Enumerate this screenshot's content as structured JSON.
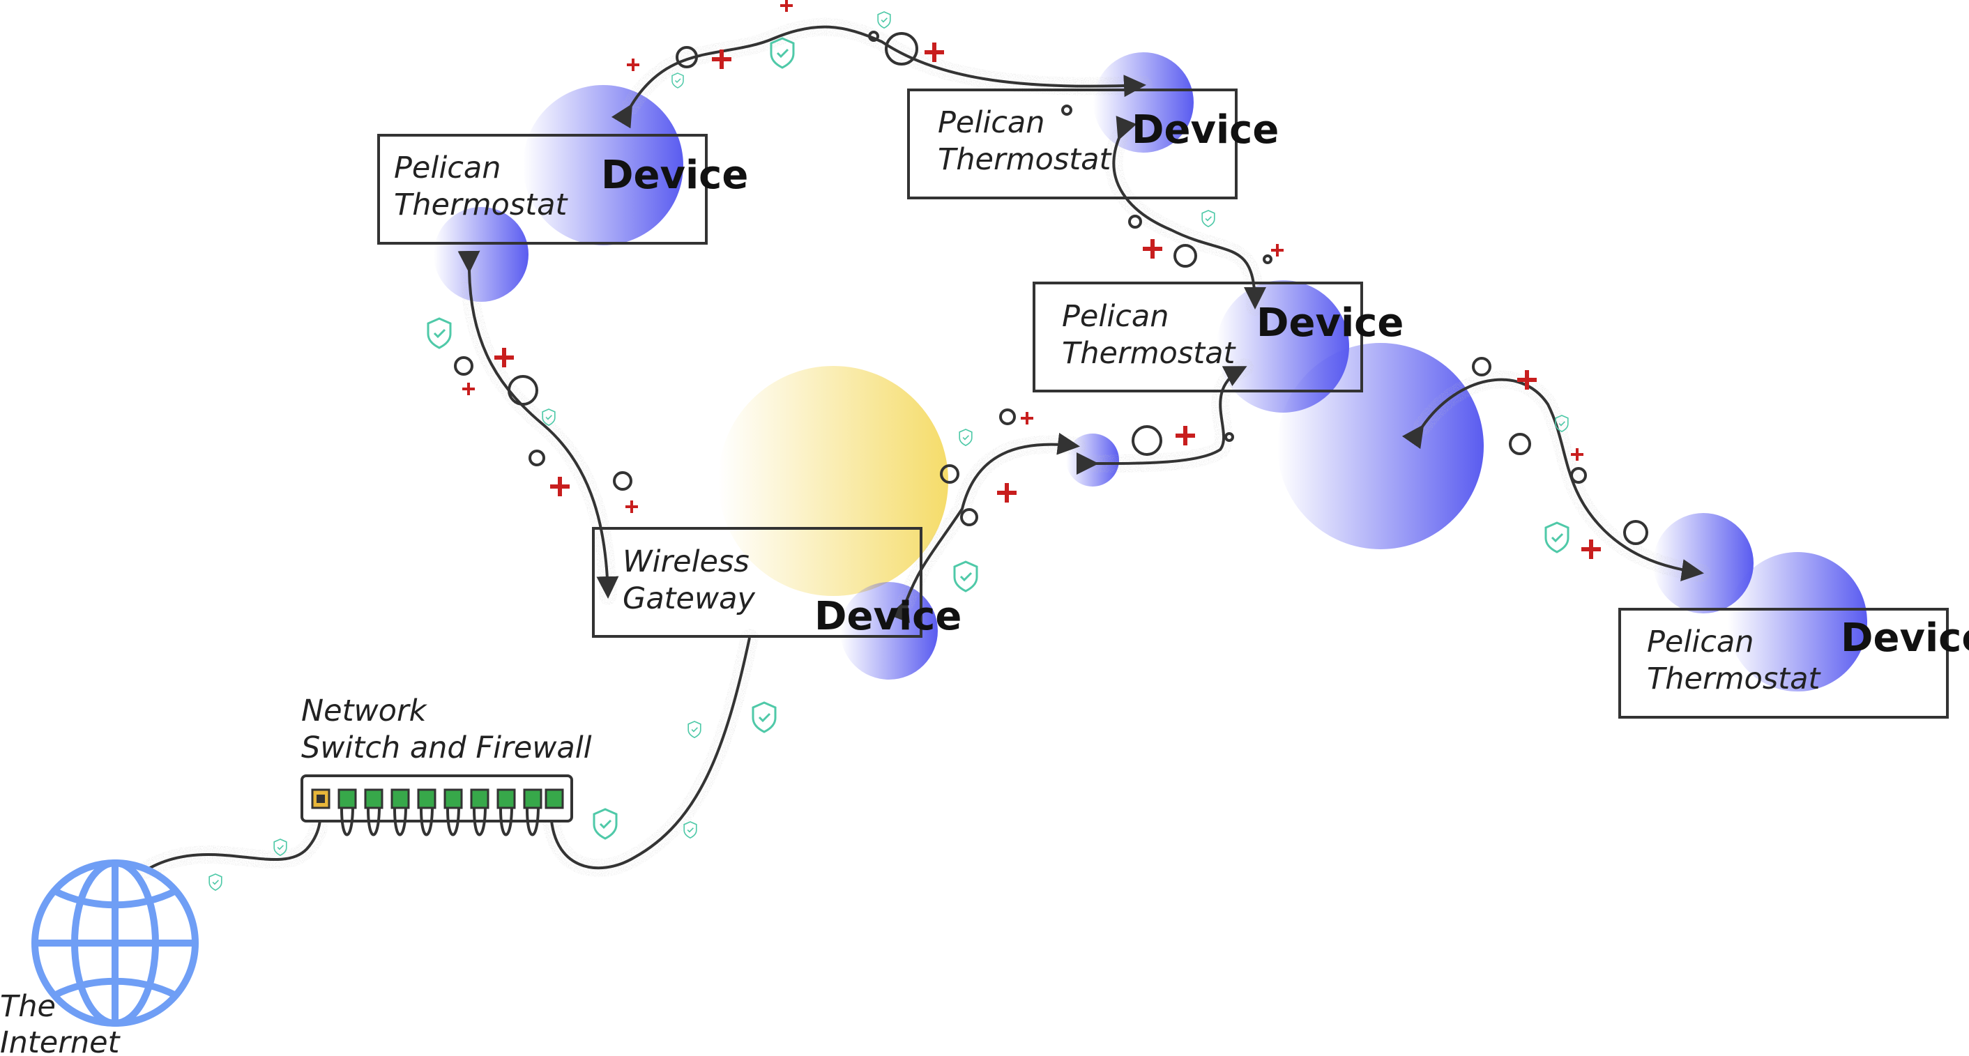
{
  "internet": {
    "line1": "The",
    "line2": "Internet"
  },
  "switch": {
    "line1": "Network",
    "line2": "Switch and Firewall"
  },
  "gateway": {
    "line1": "Wireless",
    "line2": "Gateway",
    "device": "Device"
  },
  "thermostats": [
    {
      "line1": "Pelican",
      "line2": "Thermostat",
      "device": "Device"
    },
    {
      "line1": "Pelican",
      "line2": "Thermostat",
      "device": "Device"
    },
    {
      "line1": "Pelican",
      "line2": "Thermostat",
      "device": "Device"
    },
    {
      "line1": "Pelican",
      "line2": "Thermostat",
      "device": "Device"
    }
  ],
  "colors": {
    "device_blue": "#5a5cf0",
    "gateway_yellow": "#f5dc6a",
    "globe_blue": "#6f9ef5",
    "link_line": "#333333",
    "plus_red": "#c81e1e",
    "shield_teal": "#4fc9a8",
    "port_green": "#37a84a",
    "uplink_yellow": "#e8b73a"
  },
  "icons": [
    "globe-icon",
    "switch-icon",
    "shield-icon",
    "plus-icon",
    "circle-icon",
    "arrow-head-icon"
  ]
}
